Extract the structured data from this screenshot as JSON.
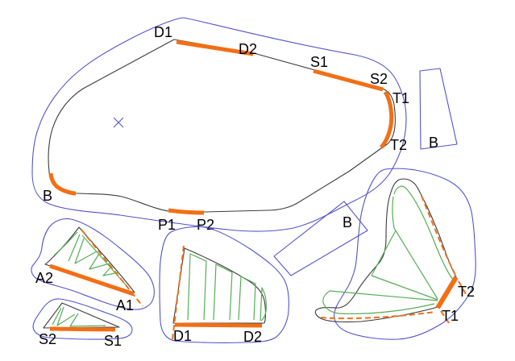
{
  "diagram": {
    "type": "cad-track-drawing",
    "background": "#ffffff"
  },
  "colors": {
    "boundary_outline": "#5353cb",
    "track_edge": "#3c3c3c",
    "section_highlight": "#f26f15",
    "panel_hatch": "#55ad55",
    "label_text": "#000000"
  },
  "labels": {
    "track": {
      "d1": "D1",
      "d2": "D2",
      "s1": "S1",
      "s2": "S2",
      "t1": "T1",
      "t2": "T2",
      "b": "B",
      "p1": "P1",
      "p2": "P2"
    },
    "panels": {
      "b_top": "B",
      "b_mid": "B",
      "a2": "A2",
      "a1": "A1",
      "s2": "S2",
      "s1": "S1",
      "d1": "D1",
      "d2": "D2",
      "t2": "T2",
      "t1": "T1"
    }
  }
}
